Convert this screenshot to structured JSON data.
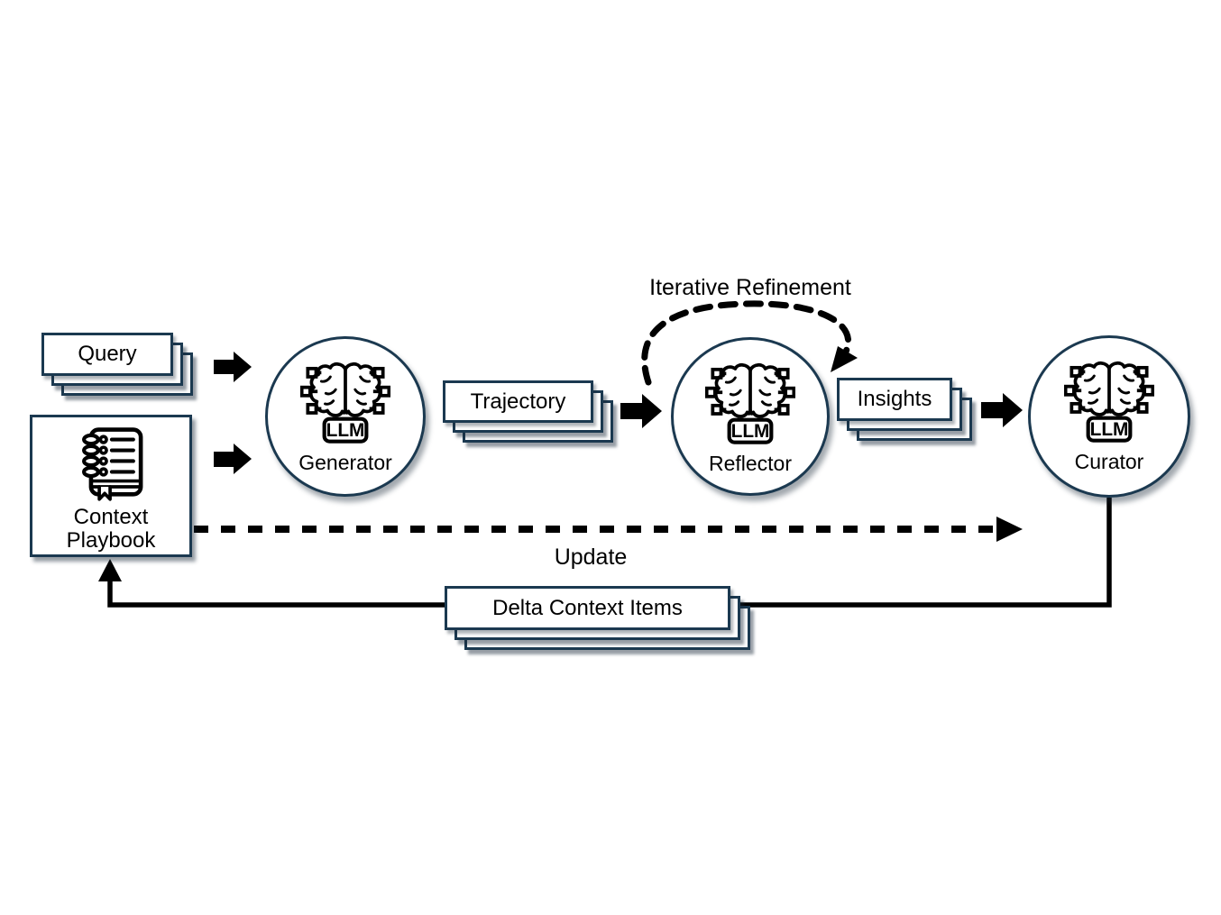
{
  "diagram": {
    "nodes": {
      "query": {
        "label": "Query",
        "type": "stacked-card"
      },
      "context_playbook": {
        "label": "Context Playbook",
        "type": "box"
      },
      "generator": {
        "label": "Generator",
        "badge": "LLM",
        "type": "llm-circle"
      },
      "trajectory": {
        "label": "Trajectory",
        "type": "stacked-card"
      },
      "reflector": {
        "label": "Reflector",
        "badge": "LLM",
        "type": "llm-circle"
      },
      "insights": {
        "label": "Insights",
        "type": "stacked-card"
      },
      "curator": {
        "label": "Curator",
        "badge": "LLM",
        "type": "llm-circle"
      },
      "delta_context_items": {
        "label": "Delta Context Items",
        "type": "stacked-card"
      }
    },
    "edge_labels": {
      "iterative_refinement": "Iterative Refinement",
      "update": "Update"
    },
    "icons": {
      "llm_brain": "brain-circuit-icon",
      "notebook": "notebook-list-icon"
    },
    "colors": {
      "outline": "#1b3950",
      "ink": "#000000",
      "background": "#ffffff"
    }
  }
}
